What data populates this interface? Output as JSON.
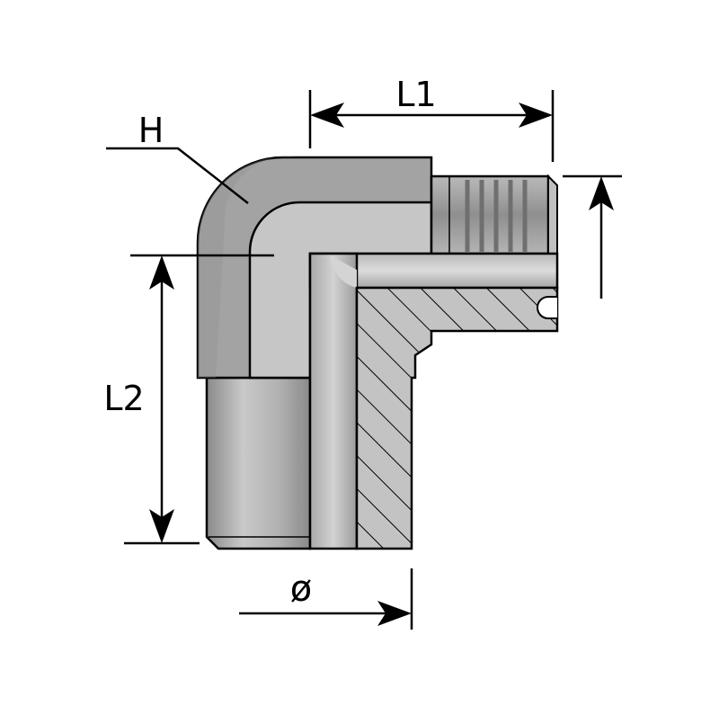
{
  "diagram": {
    "labels": {
      "H": "H",
      "L1": "L1",
      "L2": "L2",
      "diameter": "ø"
    },
    "colors": {
      "outline": "#000000",
      "background": "#ffffff",
      "steel_dark": "#8c8c8c",
      "steel_mid": "#b4b4b4",
      "steel_light": "#d7d7d7",
      "thread": "#9a9a9a",
      "hatch": "#000000"
    }
  }
}
